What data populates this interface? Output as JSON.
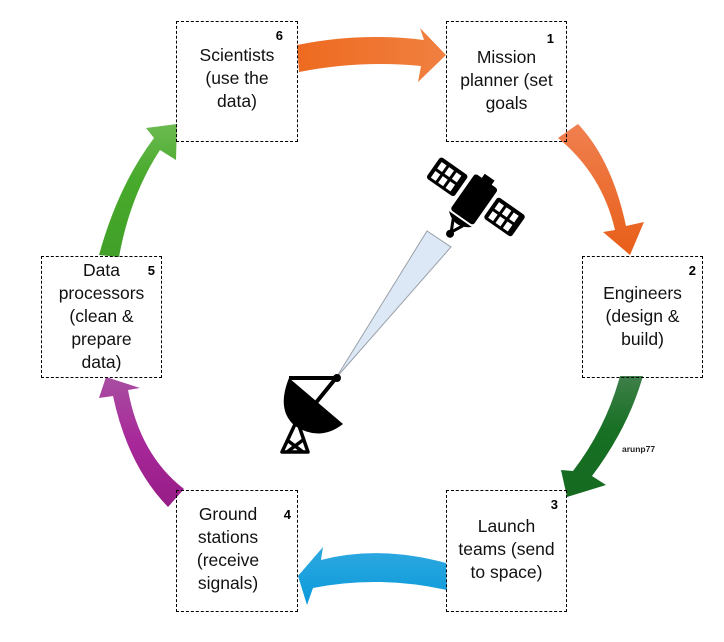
{
  "title": "Space mission data lifecycle",
  "steps": [
    {
      "number": "1",
      "label": "Mission\nplanner (set\ngoals"
    },
    {
      "number": "2",
      "label": "Engineers\n(design &\nbuild)"
    },
    {
      "number": "3",
      "label": "Launch\nteams (send\nto space)"
    },
    {
      "number": "4",
      "label": "Ground\nstations\n(receive\nsignals)"
    },
    {
      "number": "5",
      "label": "Data\nprocessors\n(clean &\nprepare\ndata)"
    },
    {
      "number": "6",
      "label": "Scientists\n(use the\ndata)"
    }
  ],
  "arrows": [
    {
      "from": "6",
      "to": "1",
      "color": "#EC6A24"
    },
    {
      "from": "1",
      "to": "2",
      "color": "#EC6A24"
    },
    {
      "from": "2",
      "to": "3",
      "color": "#176F22"
    },
    {
      "from": "3",
      "to": "4",
      "color": "#0AA0DC"
    },
    {
      "from": "4",
      "to": "5",
      "color": "#A0208C"
    },
    {
      "from": "5",
      "to": "6",
      "color": "#46A82A"
    }
  ],
  "icons": {
    "satellite": "satellite-icon",
    "dish": "satellite-dish-icon",
    "beam": "signal-beam"
  },
  "credit": "arunp77"
}
